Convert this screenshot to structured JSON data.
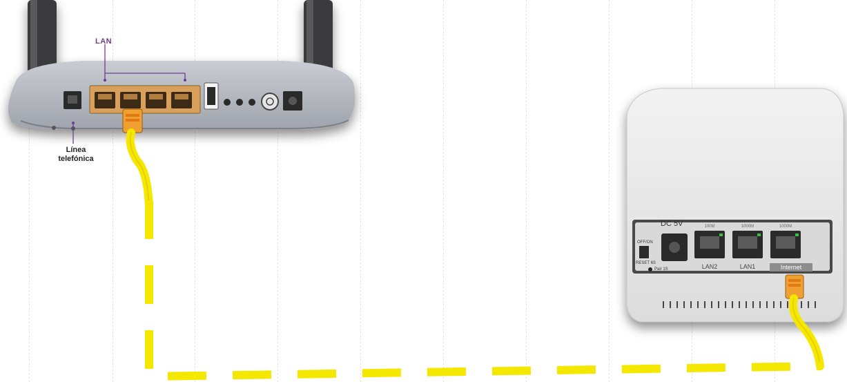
{
  "router": {
    "lan_label": "LAN",
    "phone_label_line1": "Línea",
    "phone_label_line2": "telefónica"
  },
  "extender": {
    "dc_label": "DC 5V",
    "switch_label": "OFF/ON",
    "reset_label": "RESET 6S",
    "pair_label": "Pair 1S",
    "ports": [
      {
        "name": "LAN2",
        "speed": "100M"
      },
      {
        "name": "LAN1",
        "speed": "1000M"
      },
      {
        "name": "Internet",
        "speed": "1000M"
      }
    ]
  },
  "colors": {
    "cable": "#f5e800",
    "port": "#d9a05b",
    "router_body": "#b9bcc3",
    "accent": "#6a3d8f"
  }
}
